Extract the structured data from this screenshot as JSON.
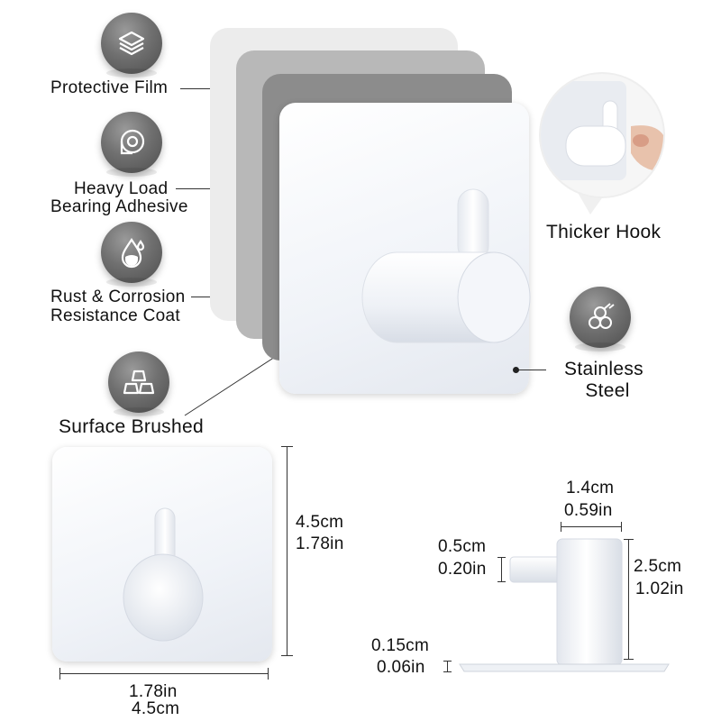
{
  "features": {
    "protective_film": "Protective Film",
    "heavy_load_line1": "Heavy Load",
    "heavy_load_line2": "Bearing Adhesive",
    "rust_line1": "Rust & Corrosion",
    "rust_line2": "Resistance Coat",
    "surface_brushed": "Surface Brushed",
    "thicker_hook": "Thicker Hook",
    "stainless_line1": "Stainless",
    "stainless_line2": "Steel"
  },
  "icons": {
    "protective_film": "layers-icon",
    "heavy_load": "adhesive-roll-icon",
    "rust": "water-drop-icon",
    "surface": "brushed-blocks-icon",
    "stainless": "steel-tubes-icon"
  },
  "dimensions": {
    "height_cm": "4.5cm",
    "height_in": "1.78in",
    "width_in": "1.78in",
    "width_cm": "4.5cm",
    "hook_width_cm": "1.4cm",
    "hook_width_in": "0.59in",
    "arm_cm": "0.5cm",
    "arm_in": "0.20in",
    "hook_height_cm": "2.5cm",
    "hook_height_in": "1.02in",
    "base_cm": "0.15cm",
    "base_in": "0.06in"
  },
  "colors": {
    "icon_gray": "#6e6e6e",
    "layer_light": "#ececec",
    "layer_mid": "#b5b5b5",
    "layer_dark": "#8f8f8f",
    "plate_white": "#f6f8fb"
  }
}
